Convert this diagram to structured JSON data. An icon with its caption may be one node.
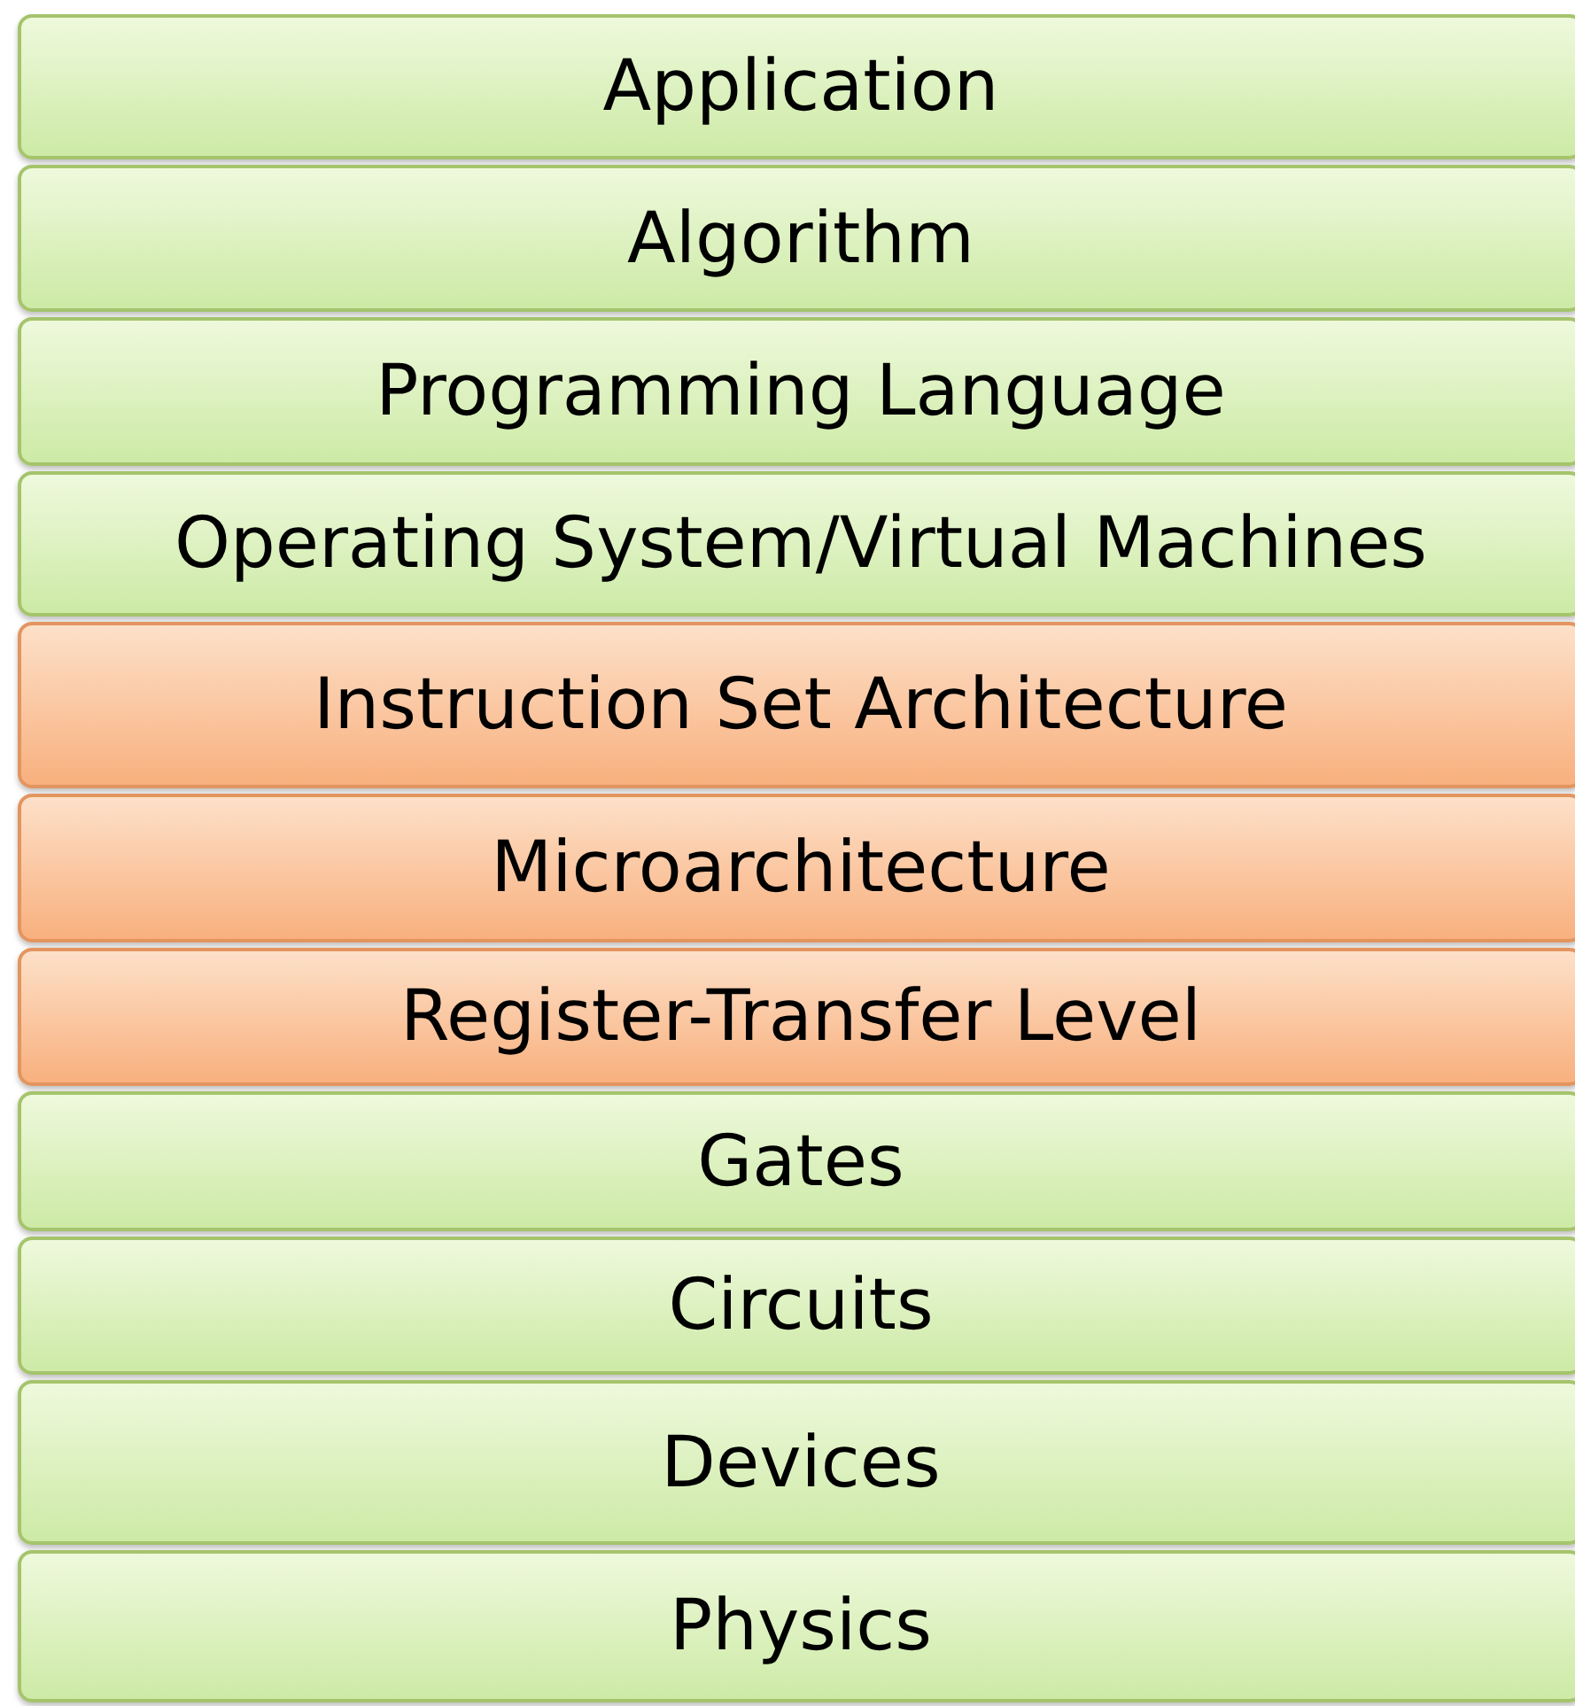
{
  "diagram": {
    "nodes": [
      {
        "text": [
          "Application"
        ]
      },
      {
        "text": [
          "Algorithm"
        ]
      },
      {
        "text": [
          "Programming Language"
        ]
      },
      {
        "text": [
          "Operating System/Virtual Machines"
        ]
      },
      {
        "text": [
          "Instruction Set Architecture"
        ]
      },
      {
        "text": [
          "Microarchitecture"
        ]
      },
      {
        "text": [
          "Register-Transfer Level"
        ]
      },
      {
        "text": [
          "Gates"
        ]
      },
      {
        "text": [
          "Circuits"
        ]
      },
      {
        "text": [
          "Devices"
        ]
      },
      {
        "text": [
          "Physics"
        ]
      }
    ]
  }
}
